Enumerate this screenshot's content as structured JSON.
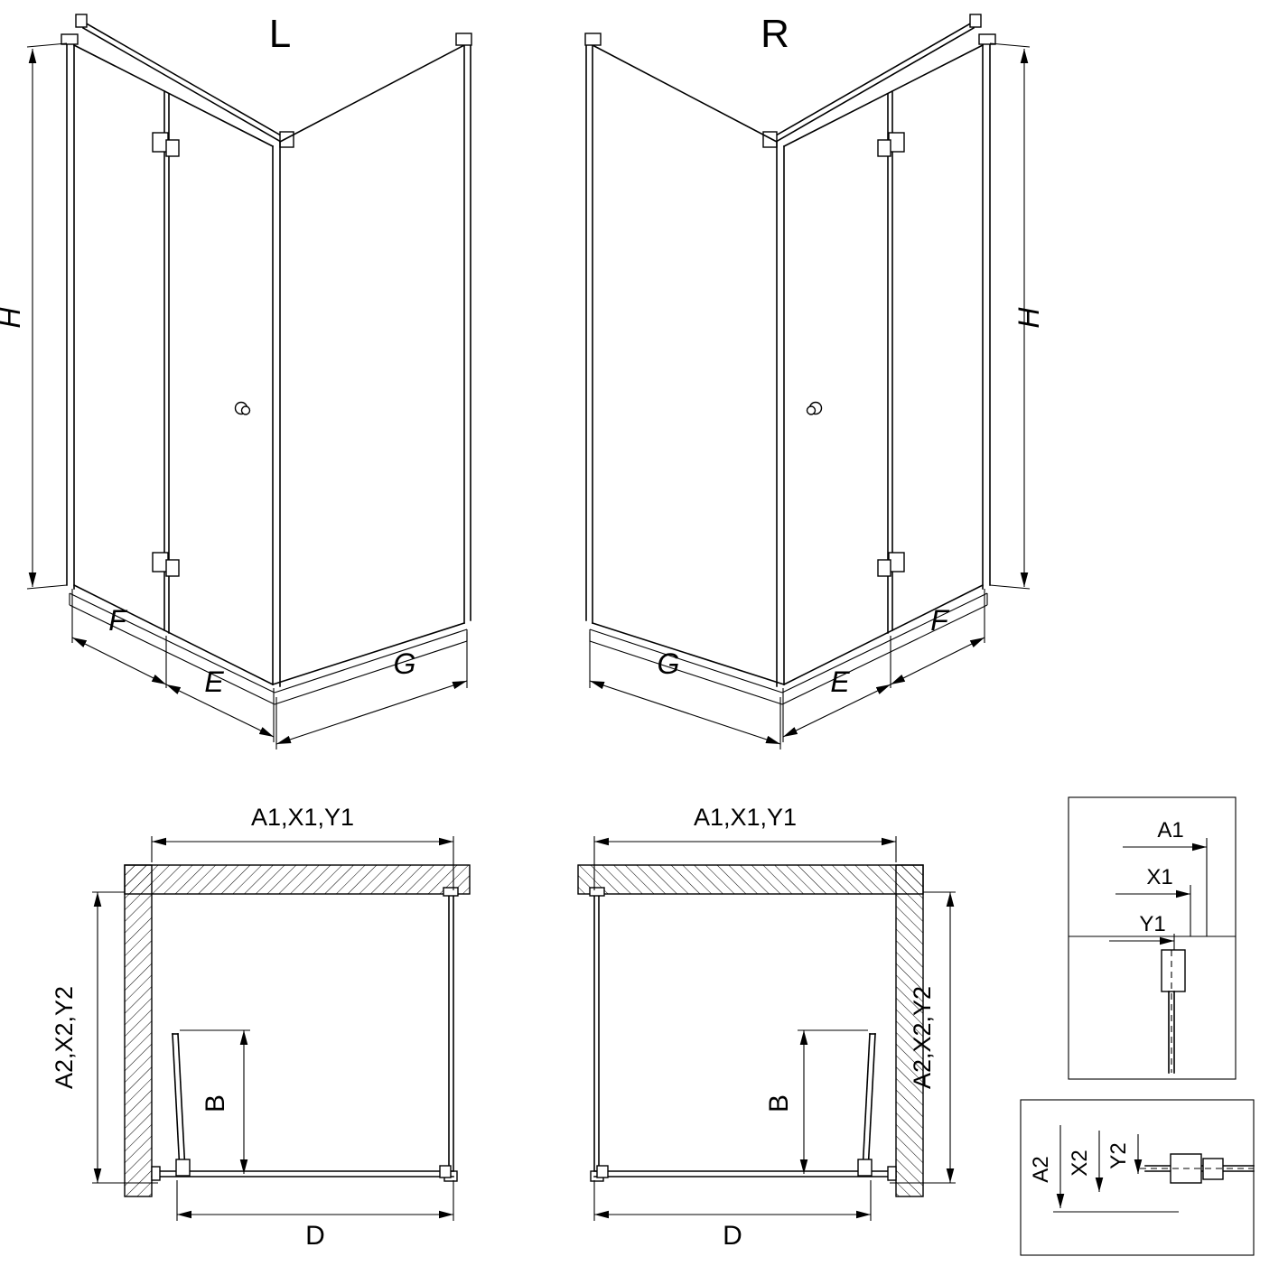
{
  "page": {
    "background": "#ffffff",
    "line_color": "#000000"
  },
  "iso_views": {
    "left": {
      "label": "L",
      "dims": {
        "height": "H",
        "fixed": "F",
        "door": "E",
        "side": "G"
      }
    },
    "right": {
      "label": "R",
      "dims": {
        "height": "H",
        "fixed": "F",
        "door": "E",
        "side": "G"
      }
    }
  },
  "plan_views": {
    "left": {
      "width": "A1,X1,Y1",
      "depth": "A2,X2,Y2",
      "door": "B",
      "inner": "D"
    },
    "right": {
      "width": "A1,X1,Y1",
      "depth": "A2,X2,Y2",
      "door": "B",
      "inner": "D"
    }
  },
  "details": {
    "top": {
      "a1": "A1",
      "x1": "X1",
      "y1": "Y1"
    },
    "bottom": {
      "a2": "A2",
      "x2": "X2",
      "y2": "Y2"
    }
  }
}
